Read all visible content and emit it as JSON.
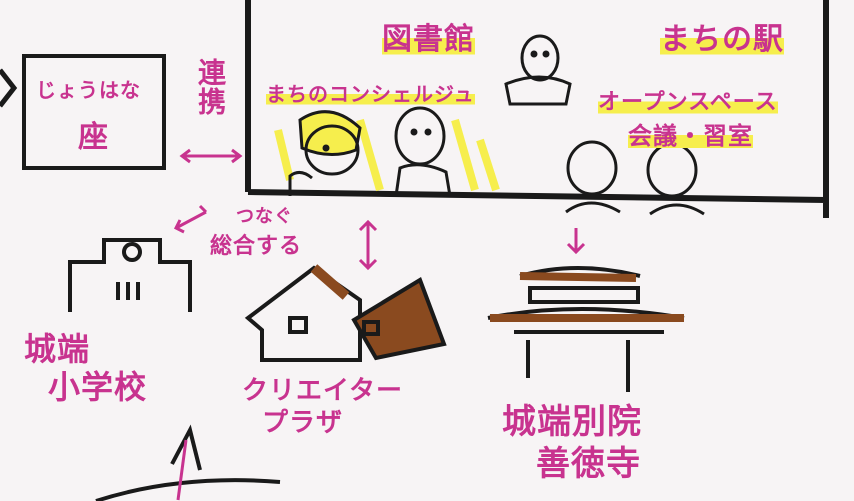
{
  "joubana": {
    "line1": "じょうはな",
    "line2": "座"
  },
  "renkei": "連携",
  "library": "図書館",
  "machinoeki": "まちの駅",
  "concierge": "まちのコンシェルジュ",
  "openspace": {
    "line1": "オープンスペース",
    "line2": "会議・習室"
  },
  "tsunagu": {
    "line1": "つなぐ",
    "line2": "総合する"
  },
  "school": {
    "line1": "城端",
    "line2": "小学校"
  },
  "creator": {
    "line1": "クリエイター",
    "line2": "プラザ"
  },
  "temple": {
    "line1": "城端別院",
    "line2": "善徳寺"
  },
  "colors": {
    "ink": "#1a1a1a",
    "pink": "#c8338f",
    "yellow": "#f6ee4d",
    "brown": "#8a4a1f",
    "paper": "#f7f4f5"
  }
}
